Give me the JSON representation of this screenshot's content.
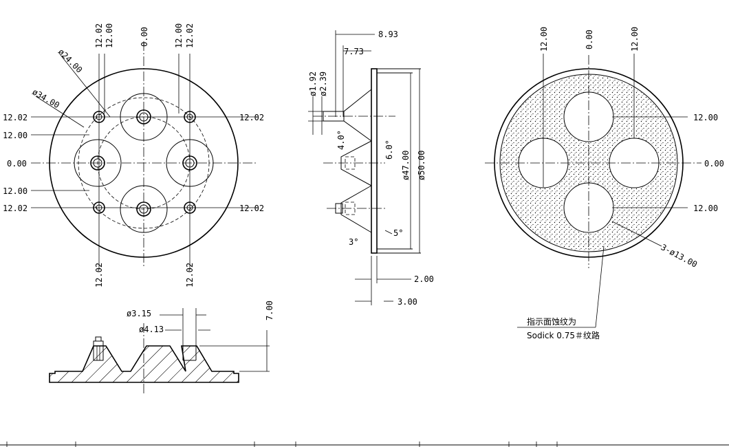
{
  "front_view": {
    "top_labels": [
      "12.02",
      "12.00",
      "0.00",
      "12.00",
      "12.02"
    ],
    "bottom_labels": [
      "12.02",
      "12.02"
    ],
    "left_labels": [
      "12.02",
      "12.00",
      "0.00",
      "12.00",
      "12.02"
    ],
    "right_labels": [
      "12.02",
      "12.02"
    ],
    "dia_inner": "ø24.00",
    "dia_outer": "ø34.00"
  },
  "section_view": {
    "d_8_93": "8.93",
    "d_7_73": "7.73",
    "d_1_92": "ø1.92",
    "d_2_39": "ø2.39",
    "ang_4": "4.0°",
    "ang_6": "6.0°",
    "d_47": "ø47.00",
    "d_50": "ø50.00",
    "ang_5": "5°",
    "ang_3": "3°",
    "d_2": "2.00",
    "d_3": "3.00"
  },
  "side_view": {
    "d_3_15": "ø3.15",
    "d_4_13": "ø4.13",
    "d_7": "7.00"
  },
  "texture_view": {
    "top_labels": [
      "12.00",
      "0.00",
      "12.00"
    ],
    "right_labels": [
      "12.00",
      "0.00",
      "12.00"
    ],
    "hole_label": "3-ø13.00",
    "note_line1": "指示面蚀纹为",
    "note_line2": "Sodick 0.75＃纹路"
  }
}
